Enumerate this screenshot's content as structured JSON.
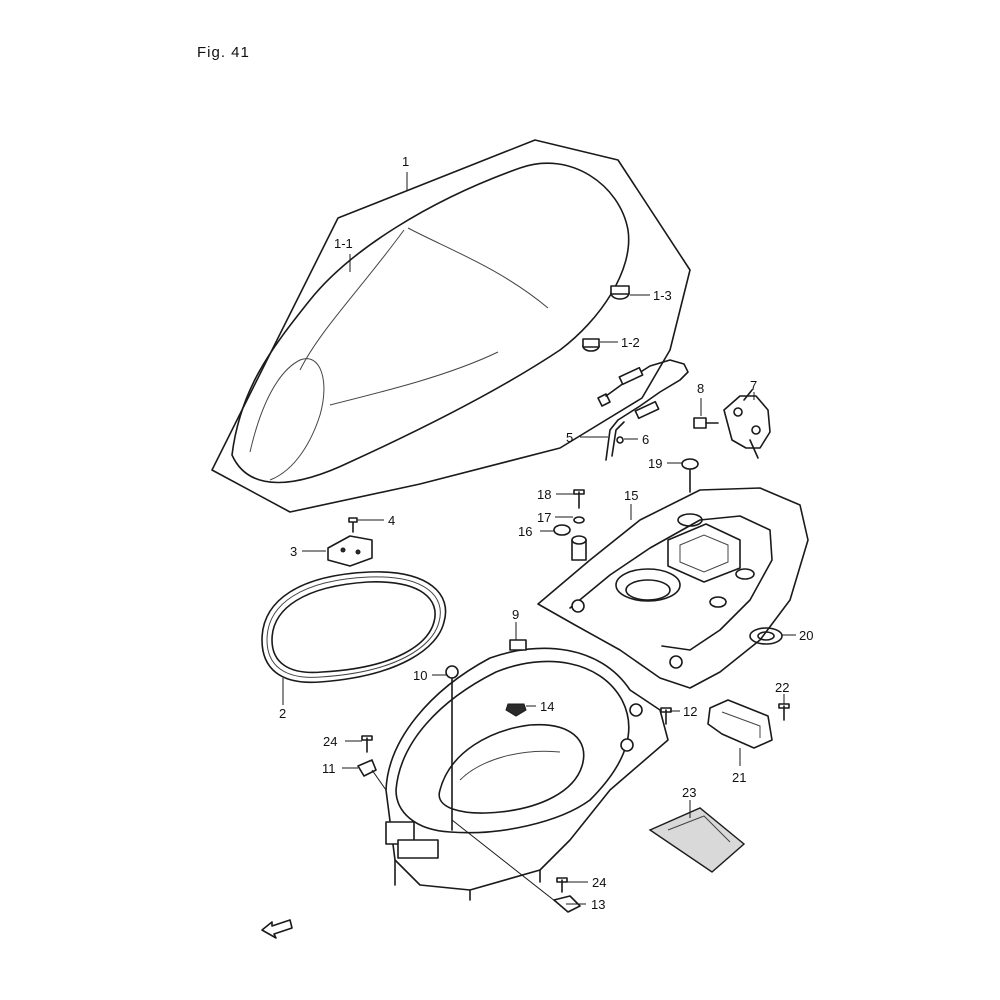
{
  "figure": {
    "label": "Fig. 41"
  },
  "callouts": {
    "c1": "1",
    "c1_1": "1-1",
    "c1_2": "1-2",
    "c1_3": "1-3",
    "c2": "2",
    "c3": "3",
    "c4": "4",
    "c5": "5",
    "c6": "6",
    "c7": "7",
    "c8": "8",
    "c9": "9",
    "c10": "10",
    "c11": "11",
    "c12": "12",
    "c13": "13",
    "c14": "14",
    "c15": "15",
    "c16": "16",
    "c17": "17",
    "c18": "18",
    "c19": "19",
    "c20": "20",
    "c21": "21",
    "c22": "22",
    "c23": "23",
    "c24a": "24",
    "c24b": "24"
  },
  "colors": {
    "line": "#1a1a1a",
    "background": "#ffffff"
  }
}
